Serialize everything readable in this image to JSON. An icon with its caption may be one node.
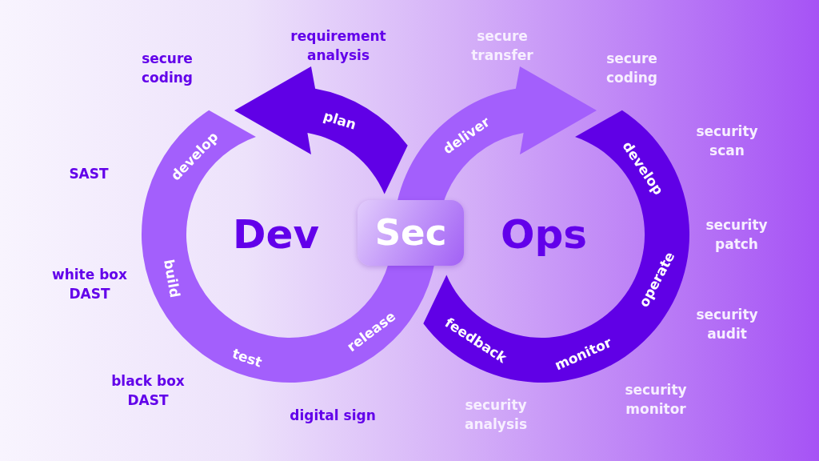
{
  "diagram": {
    "nodes": [
      {
        "text": [
          "plan"
        ]
      },
      {
        "text": [
          "develop",
          "build",
          "test",
          "release"
        ]
      },
      {
        "text": [
          "Sec"
        ]
      },
      {
        "text": [
          "deliver"
        ]
      },
      {
        "text": [
          "develop",
          "operate",
          "monitor",
          "feedback"
        ]
      }
    ],
    "labels": [
      "requirement analysis",
      "secure transfer",
      "secure coding",
      "secure coding",
      "security scan",
      "SAST",
      "Dev",
      "Ops",
      "security patch",
      "white box DAST",
      "security audit",
      "black box DAST",
      "security monitor",
      "security analysis",
      "digital sign"
    ]
  }
}
